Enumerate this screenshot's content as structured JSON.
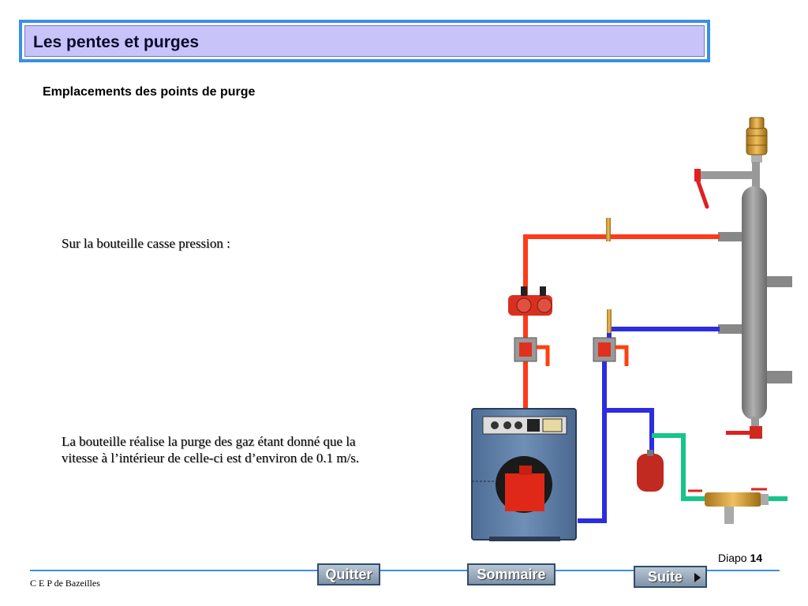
{
  "header": {
    "title": "Les pentes et purges"
  },
  "content": {
    "subtitle": "Emplacements des points de purge",
    "paragraph1": "Sur la bouteille casse pression :",
    "paragraph2": "La bouteille réalise la purge des gaz étant donné que la vitesse à l’intérieur de celle-ci est d’environ de 0.1 m/s."
  },
  "footer": {
    "organization": "C E P de Bazeilles",
    "slide_label": "Diapo",
    "slide_number": "14",
    "buttons": {
      "quit": "Quitter",
      "summary": "Sommaire",
      "next": "Suite"
    }
  },
  "colors": {
    "hot_pipe": "#ff3a1a",
    "cold_pipe": "#2c2ce0",
    "network_pipe": "#17c48a",
    "bottle": "#888888",
    "boiler": "#5f7fa6",
    "title_fill": "#c8c3f8",
    "title_border": "#3a8fe8"
  }
}
